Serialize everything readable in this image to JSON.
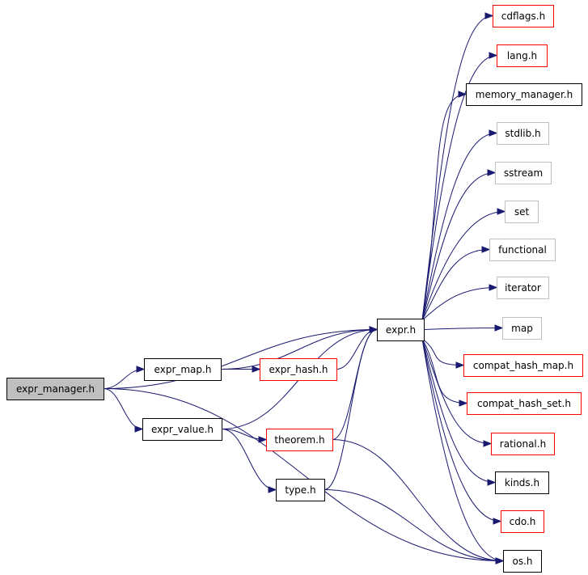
{
  "colors": {
    "edge": "#191970",
    "border_normal": "#000000",
    "border_undocumented": "#bfbfbf",
    "border_incomplete": "#ff0000",
    "root_fill": "#bfbfbf",
    "node_fill": "#ffffff"
  },
  "nodes": [
    {
      "id": "expr_manager_h",
      "label": "expr_manager.h",
      "style": "root"
    },
    {
      "id": "expr_map_h",
      "label": "expr_map.h",
      "style": "normal"
    },
    {
      "id": "expr_value_h",
      "label": "expr_value.h",
      "style": "normal"
    },
    {
      "id": "expr_hash_h",
      "label": "expr_hash.h",
      "style": "incomplete"
    },
    {
      "id": "theorem_h",
      "label": "theorem.h",
      "style": "incomplete"
    },
    {
      "id": "type_h",
      "label": "type.h",
      "style": "normal"
    },
    {
      "id": "expr_h",
      "label": "expr.h",
      "style": "normal"
    },
    {
      "id": "cdflags_h",
      "label": "cdflags.h",
      "style": "incomplete"
    },
    {
      "id": "lang_h",
      "label": "lang.h",
      "style": "incomplete"
    },
    {
      "id": "memory_manager_h",
      "label": "memory_manager.h",
      "style": "normal"
    },
    {
      "id": "stdlib_h",
      "label": "stdlib.h",
      "style": "undocumented"
    },
    {
      "id": "sstream",
      "label": "sstream",
      "style": "undocumented"
    },
    {
      "id": "set",
      "label": "set",
      "style": "undocumented"
    },
    {
      "id": "functional",
      "label": "functional",
      "style": "undocumented"
    },
    {
      "id": "iterator",
      "label": "iterator",
      "style": "undocumented"
    },
    {
      "id": "map",
      "label": "map",
      "style": "undocumented"
    },
    {
      "id": "compat_hash_map_h",
      "label": "compat_hash_map.h",
      "style": "incomplete"
    },
    {
      "id": "compat_hash_set_h",
      "label": "compat_hash_set.h",
      "style": "incomplete"
    },
    {
      "id": "rational_h",
      "label": "rational.h",
      "style": "incomplete"
    },
    {
      "id": "kinds_h",
      "label": "kinds.h",
      "style": "normal"
    },
    {
      "id": "cdo_h",
      "label": "cdo.h",
      "style": "incomplete"
    },
    {
      "id": "os_h",
      "label": "os.h",
      "style": "normal"
    }
  ],
  "edges": [
    [
      "expr_manager_h",
      "expr_h"
    ],
    [
      "expr_manager_h",
      "expr_map_h"
    ],
    [
      "expr_manager_h",
      "expr_value_h"
    ],
    [
      "expr_manager_h",
      "os_h"
    ],
    [
      "expr_map_h",
      "expr_h"
    ],
    [
      "expr_map_h",
      "expr_hash_h"
    ],
    [
      "expr_hash_h",
      "expr_h"
    ],
    [
      "expr_value_h",
      "expr_h"
    ],
    [
      "expr_value_h",
      "theorem_h"
    ],
    [
      "expr_value_h",
      "type_h"
    ],
    [
      "theorem_h",
      "expr_h"
    ],
    [
      "theorem_h",
      "os_h"
    ],
    [
      "type_h",
      "expr_h"
    ],
    [
      "type_h",
      "os_h"
    ],
    [
      "expr_h",
      "cdflags_h"
    ],
    [
      "expr_h",
      "lang_h"
    ],
    [
      "expr_h",
      "memory_manager_h"
    ],
    [
      "expr_h",
      "stdlib_h"
    ],
    [
      "expr_h",
      "sstream"
    ],
    [
      "expr_h",
      "set"
    ],
    [
      "expr_h",
      "functional"
    ],
    [
      "expr_h",
      "iterator"
    ],
    [
      "expr_h",
      "map"
    ],
    [
      "expr_h",
      "compat_hash_map_h"
    ],
    [
      "expr_h",
      "compat_hash_set_h"
    ],
    [
      "expr_h",
      "rational_h"
    ],
    [
      "expr_h",
      "kinds_h"
    ],
    [
      "expr_h",
      "cdo_h"
    ],
    [
      "expr_h",
      "os_h"
    ]
  ]
}
